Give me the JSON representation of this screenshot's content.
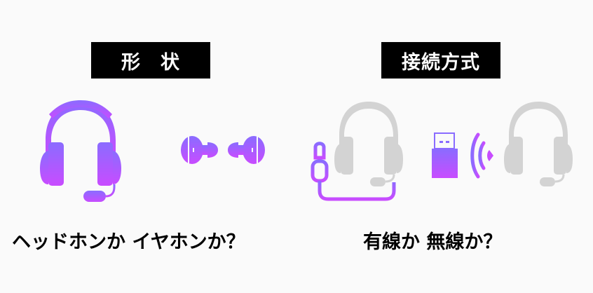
{
  "sections": [
    {
      "id": "shape",
      "label": "形　状",
      "caption": "ヘッドホンか イヤホンか？",
      "icons": [
        "headset-icon",
        "earbuds-icon"
      ]
    },
    {
      "id": "connection",
      "label": "接続方式",
      "caption": "有線か 無線か？",
      "icons": [
        "wired-headset-icon",
        "usb-dongle-icon",
        "wireless-signal-icon",
        "wireless-headset-icon"
      ]
    }
  ],
  "colors": {
    "gradient_top": "#8a6cff",
    "gradient_bottom": "#c84cff",
    "muted_gray": "#d3d3d3",
    "label_bg": "#000000",
    "label_text": "#ffffff",
    "background": "#fafafa"
  }
}
